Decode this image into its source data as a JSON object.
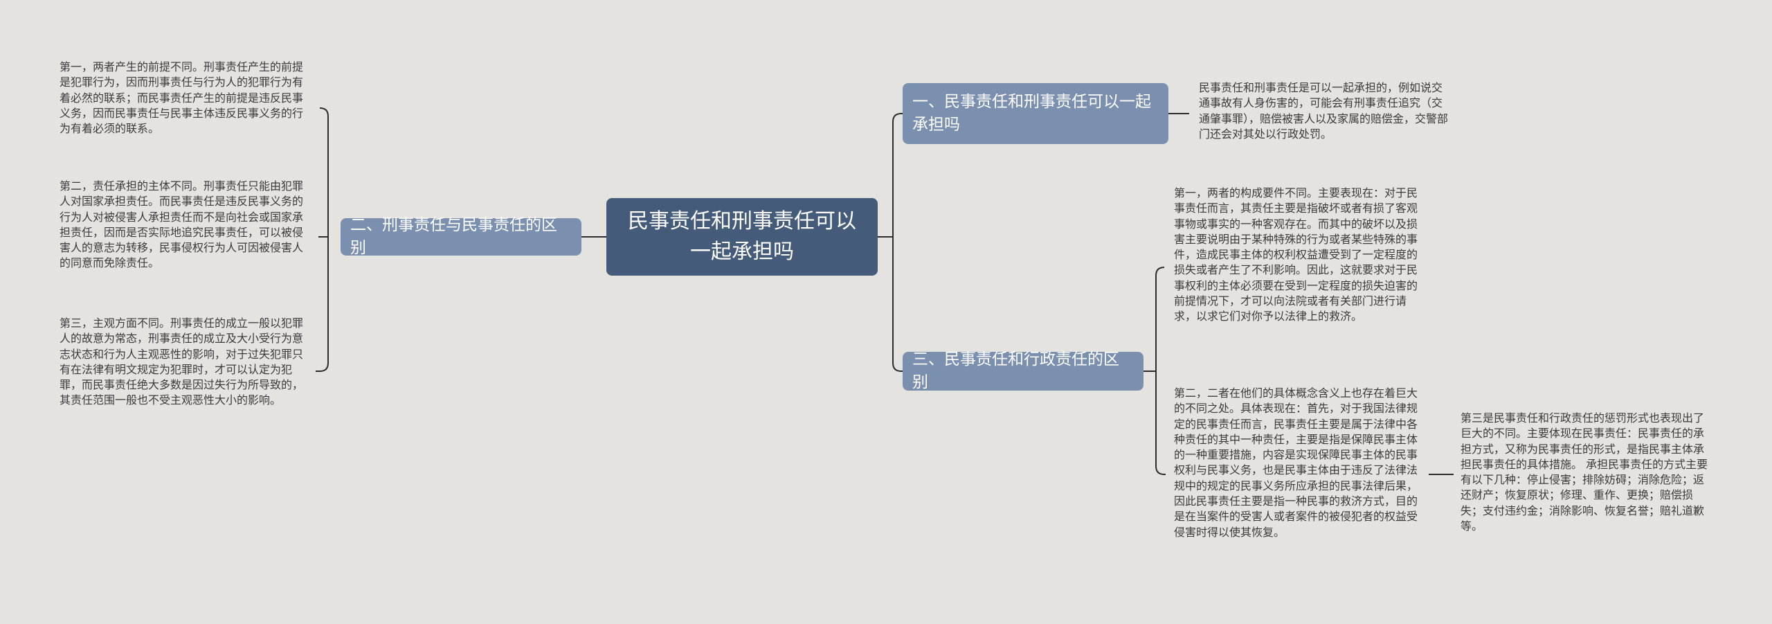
{
  "root": {
    "title": "民事责任和刑事责任可以一起承担吗"
  },
  "branches": {
    "b1": {
      "title": "一、民事责任和刑事责任可以一起承担吗",
      "leaves": [
        "民事责任和刑事责任是可以一起承担的，例如说交通事故有人身伤害的，可能会有刑事责任追究（交通肇事罪），赔偿被害人以及家属的赔偿金，交警部门还会对其处以行政处罚。"
      ]
    },
    "b2": {
      "title": "二、刑事责任与民事责任的区别",
      "leaves": [
        "第一，两者产生的前提不同。刑事责任产生的前提是犯罪行为，因而刑事责任与行为人的犯罪行为有着必然的联系；而民事责任产生的前提是违反民事义务，因而民事责任与民事主体违反民事义务的行为有着必须的联系。",
        "第二，责任承担的主体不同。刑事责任只能由犯罪人对国家承担责任。而民事责任是违反民事义务的行为人对被侵害人承担责任而不是向社会或国家承担责任，因而是否实际地追究民事责任，可以被侵害人的意志为转移，民事侵权行为人可因被侵害人的同意而免除责任。",
        "第三，主观方面不同。刑事责任的成立一般以犯罪人的故意为常态，刑事责任的成立及大小受行为意志状态和行为人主观恶性的影响，对于过失犯罪只有在法律有明文规定为犯罪时，才可以认定为犯罪，而民事责任绝大多数是因过失行为所导致的，其责任范围一般也不受主观恶性大小的影响。"
      ]
    },
    "b3": {
      "title": "三、民事责任和行政责任的区别",
      "leaves": [
        "第一，两者的构成要件不同。主要表现在：对于民事责任而言，其责任主要是指破坏或者有损了客观事物或事实的一种客观存在。而其中的破坏以及损害主要说明由于某种特殊的行为或者某些特殊的事件，造成民事主体的权利权益遭受到了一定程度的损失或者产生了不利影响。因此，这就要求对于民事权利的主体必须要在受到一定程度的损失迫害的前提情况下，才可以向法院或者有关部门进行请求，以求它们对你予以法律上的救济。",
        "第二，二者在他们的具体概念含义上也存在着巨大的不同之处。具体表现在：首先，对于我国法律规定的民事责任而言，民事责任主要是属于法律中各种责任的其中一种责任，主要是指是保障民事主体的一种重要措施，内容是实现保障民事主体的民事权利与民事义务，也是民事主体由于违反了法律法规中的规定的民事义务所应承担的民事法律后果，因此民事责任主要是指一种民事的救济方式，目的是在当案件的受害人或者案件的被侵犯者的权益受侵害时得以使其恢复。"
      ],
      "subleaf": "第三是民事责任和行政责任的惩罚形式也表现出了巨大的不同。主要体现在民事责任：民事责任的承担方式，又称为民事责任的形式，是指民事主体承担民事责任的具体措施。 承担民事责任的方式主要有以下几种：停止侵害；排除妨碍；消除危险；返还财产；恢复原状；修理、重作、更换；赔偿损失；支付违约金；消除影响、恢复名誉；赔礼道歉等。"
    }
  },
  "colors": {
    "background": "#e4e3df",
    "root_fill": "#455b7a",
    "branch_fill": "#7b8fae",
    "connector": "#2b2b2b",
    "leaf_text": "#3a3a3a"
  }
}
